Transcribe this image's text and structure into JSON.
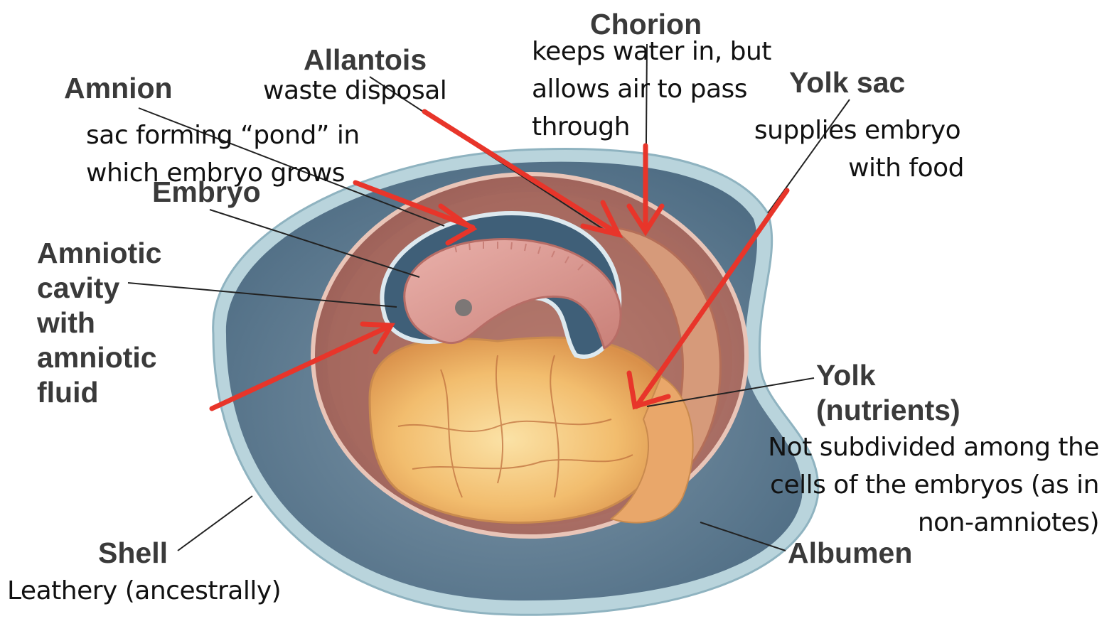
{
  "labels": {
    "chorion": "Chorion",
    "allantois": "Allantois",
    "amnion": "Amnion",
    "yolk_sac": "Yolk sac",
    "embryo": "Embryo",
    "amniotic_cavity": [
      "Amniotic",
      "cavity",
      "with",
      "amniotic",
      "fluid"
    ],
    "yolk": [
      "Yolk",
      "(nutrients)"
    ],
    "shell": "Shell",
    "albumen": "Albumen"
  },
  "notes": {
    "chorion": [
      "keeps water in, but",
      "allows air to pass",
      "through"
    ],
    "allantois": "waste disposal",
    "amnion": [
      "sac forming “pond” in",
      "which embryo grows"
    ],
    "yolk_sac": [
      "supplies embryo",
      "with food"
    ],
    "yolk": [
      "Not subdivided among the",
      "cells of the embryos (as in",
      "non-amniotes)"
    ],
    "shell": "Leathery (ancestrally)"
  },
  "colors": {
    "label_text": "#3a3a3a",
    "note_text": "#111111",
    "arrow": "#e8352a",
    "albumen": "#5f7d93",
    "shell": "#b9d4dc",
    "chorion_membrane": "#b0756a",
    "yolk": "#f2bd6e",
    "embryo": "#d99a94",
    "amniotic_fluid": "#3f5f78"
  }
}
